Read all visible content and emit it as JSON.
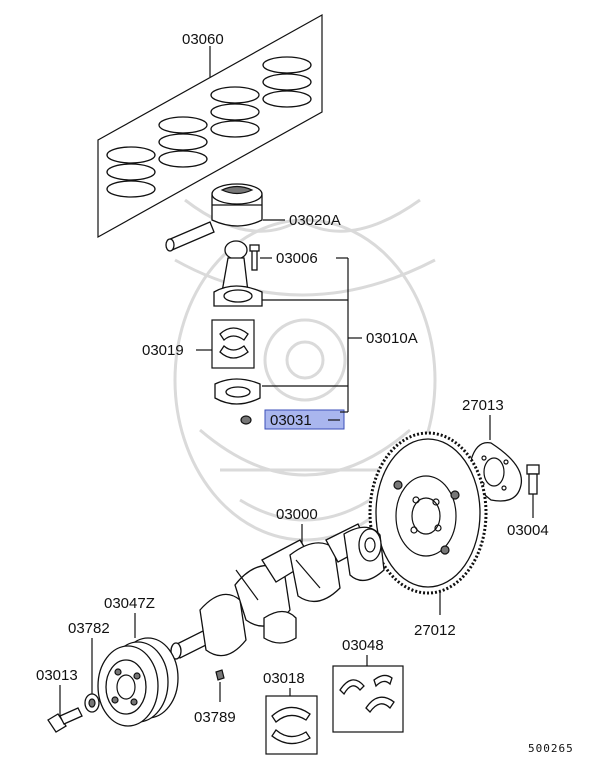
{
  "diagram": {
    "colors": {
      "highlight_fill": "#a9b6ee",
      "highlight_stroke": "#3b4fb8",
      "line": "#111111",
      "watermark": "#dadada"
    },
    "labels": {
      "piston_rings": "03060",
      "piston": "03020A",
      "rod_bolt": "03006",
      "rod_bearing": "03019",
      "connecting_rod": "03010A",
      "rod_nut": "03031",
      "crankshaft": "03000",
      "flywheel_plate": "27013",
      "flywheel_bolt": "03004",
      "flywheel": "27012",
      "pulley": "03047Z",
      "pulley_washer": "03782",
      "pulley_bolt": "03013",
      "thrust_bearing": "03048",
      "main_bearing": "03018",
      "key": "03789"
    },
    "reference_number": "500265",
    "selected_part": "03031"
  }
}
